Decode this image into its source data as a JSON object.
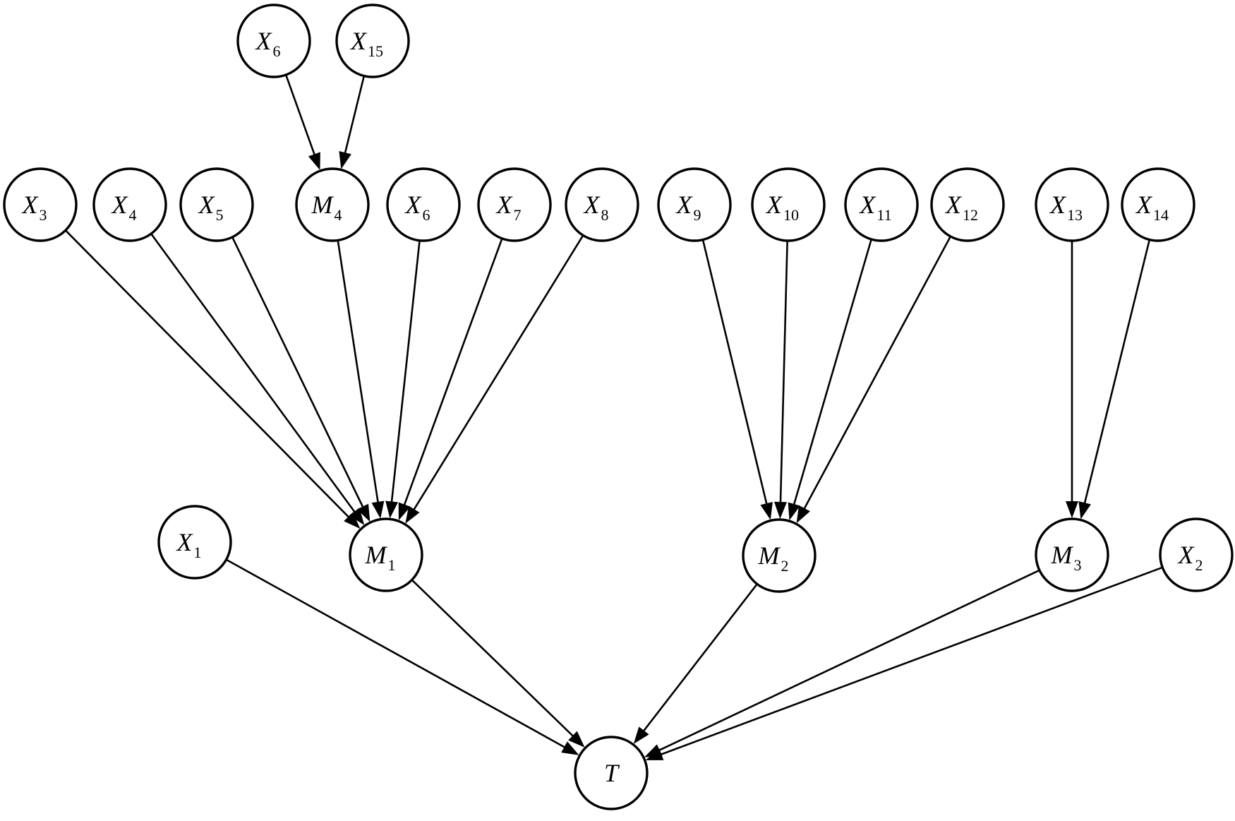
{
  "nodes": [
    {
      "id": "x6_top",
      "label": "X",
      "sub": "6"
    },
    {
      "id": "x15",
      "label": "X",
      "sub": "15"
    },
    {
      "id": "x3",
      "label": "X",
      "sub": "3"
    },
    {
      "id": "x4",
      "label": "X",
      "sub": "4"
    },
    {
      "id": "x5",
      "label": "X",
      "sub": "5"
    },
    {
      "id": "m4",
      "label": "M",
      "sub": "4"
    },
    {
      "id": "x6_mid",
      "label": "X",
      "sub": "6"
    },
    {
      "id": "x7",
      "label": "X",
      "sub": "7"
    },
    {
      "id": "x8",
      "label": "X",
      "sub": "8"
    },
    {
      "id": "x9",
      "label": "X",
      "sub": "9"
    },
    {
      "id": "x10",
      "label": "X",
      "sub": "10"
    },
    {
      "id": "x11",
      "label": "X",
      "sub": "11"
    },
    {
      "id": "x12",
      "label": "X",
      "sub": "12"
    },
    {
      "id": "x13",
      "label": "X",
      "sub": "13"
    },
    {
      "id": "x14",
      "label": "X",
      "sub": "14"
    },
    {
      "id": "x1",
      "label": "X",
      "sub": "1"
    },
    {
      "id": "m1",
      "label": "M",
      "sub": "1"
    },
    {
      "id": "m2",
      "label": "M",
      "sub": "2"
    },
    {
      "id": "m3",
      "label": "M",
      "sub": "3"
    },
    {
      "id": "x2",
      "label": "X",
      "sub": "2"
    },
    {
      "id": "t",
      "label": "T",
      "sub": ""
    }
  ],
  "edges": [
    {
      "from": "x6_top",
      "to": "m4"
    },
    {
      "from": "x15",
      "to": "m4"
    },
    {
      "from": "x3",
      "to": "m1"
    },
    {
      "from": "x4",
      "to": "m1"
    },
    {
      "from": "x5",
      "to": "m1"
    },
    {
      "from": "m4",
      "to": "m1"
    },
    {
      "from": "x6_mid",
      "to": "m1"
    },
    {
      "from": "x7",
      "to": "m1"
    },
    {
      "from": "x8",
      "to": "m1"
    },
    {
      "from": "x9",
      "to": "m2"
    },
    {
      "from": "x10",
      "to": "m2"
    },
    {
      "from": "x11",
      "to": "m2"
    },
    {
      "from": "x12",
      "to": "m2"
    },
    {
      "from": "x13",
      "to": "m3"
    },
    {
      "from": "x14",
      "to": "m3"
    },
    {
      "from": "x1",
      "to": "t"
    },
    {
      "from": "m1",
      "to": "t"
    },
    {
      "from": "m2",
      "to": "t"
    },
    {
      "from": "m3",
      "to": "t"
    },
    {
      "from": "x2",
      "to": "t"
    }
  ]
}
